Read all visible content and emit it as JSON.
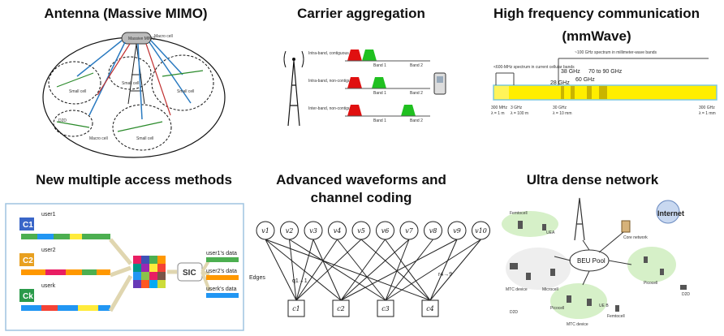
{
  "panels": {
    "antenna": {
      "title": "Antenna (Massive MIMO)",
      "labels": {
        "massive": "Massive MIMO",
        "macro": "Macro cell",
        "small1": "Small cell",
        "small2": "Small cell",
        "small3": "Small cell",
        "small4": "Small cell",
        "d2d": "D2D",
        "macro2": "Macro cell"
      }
    },
    "carrier": {
      "title": "Carrier aggregation",
      "rows": [
        {
          "label": "Intra-band, contiguous",
          "band1": "Band 1",
          "band2": "Band 2"
        },
        {
          "label": "Intra-band, non-contiguous",
          "band1": "Band 1",
          "band2": "Band 2"
        },
        {
          "label": "Inter-band, non-contiguous",
          "band1": "Band 1",
          "band2": "Band 2"
        }
      ]
    },
    "mmwave": {
      "title_line1": "High frequency communication",
      "title_line2": "(mmWave)",
      "note_left": "<600-MHz spectrum in current cellular bands",
      "note_right": "~100 GHz spectrum in millimeter-wave bands",
      "markers": {
        "g28": "28 GHz",
        "g38": "38 GHz",
        "g60": "60 GHz",
        "g7090": "70 to 90 GHz"
      },
      "axis": {
        "a1": "300 MHz",
        "a1b": "λ = 1 m",
        "a2": "3 GHz",
        "a2b": "λ = 100 m",
        "a3": "30 GHz",
        "a3b": "λ = 10 mm",
        "a4": "300 GHz",
        "a4b": "λ = 1 mm"
      }
    },
    "multiple_access": {
      "title": "New multiple access methods",
      "users": {
        "u1": "user1",
        "u2": "user2",
        "uk": "userk"
      },
      "codes": {
        "c1": "C1",
        "c2": "C2",
        "ck": "Ck"
      },
      "sic": "SIC",
      "outputs": {
        "o1": "user1's data",
        "o2": "user2's data",
        "ok": "userk's data"
      }
    },
    "waveforms": {
      "title_line1": "Advanced waveforms and",
      "title_line2": "channel coding",
      "vars": [
        "v1",
        "v2",
        "v3",
        "v4",
        "v5",
        "v6",
        "v7",
        "v8",
        "v9",
        "v10"
      ],
      "checks": [
        "c1",
        "c2",
        "c3",
        "c4"
      ],
      "edges": "Edges",
      "q1": "q1→1",
      "q2": "r4→9"
    },
    "udn": {
      "title": "Ultra dense network",
      "labels": {
        "internet": "Internet",
        "femtocell1": "Femtocell",
        "uea": "UEA",
        "core": "Core network",
        "beu": "BEU Pool",
        "mtc1": "MTC device",
        "microcell": "Microcell",
        "picocell1": "Picocell",
        "d2d1": "D2D",
        "picocell2": "Picocell",
        "ueb": "UE B",
        "femtocell2": "Femtocell",
        "d2d2": "D2D",
        "mtc2": "MTC device"
      }
    }
  }
}
